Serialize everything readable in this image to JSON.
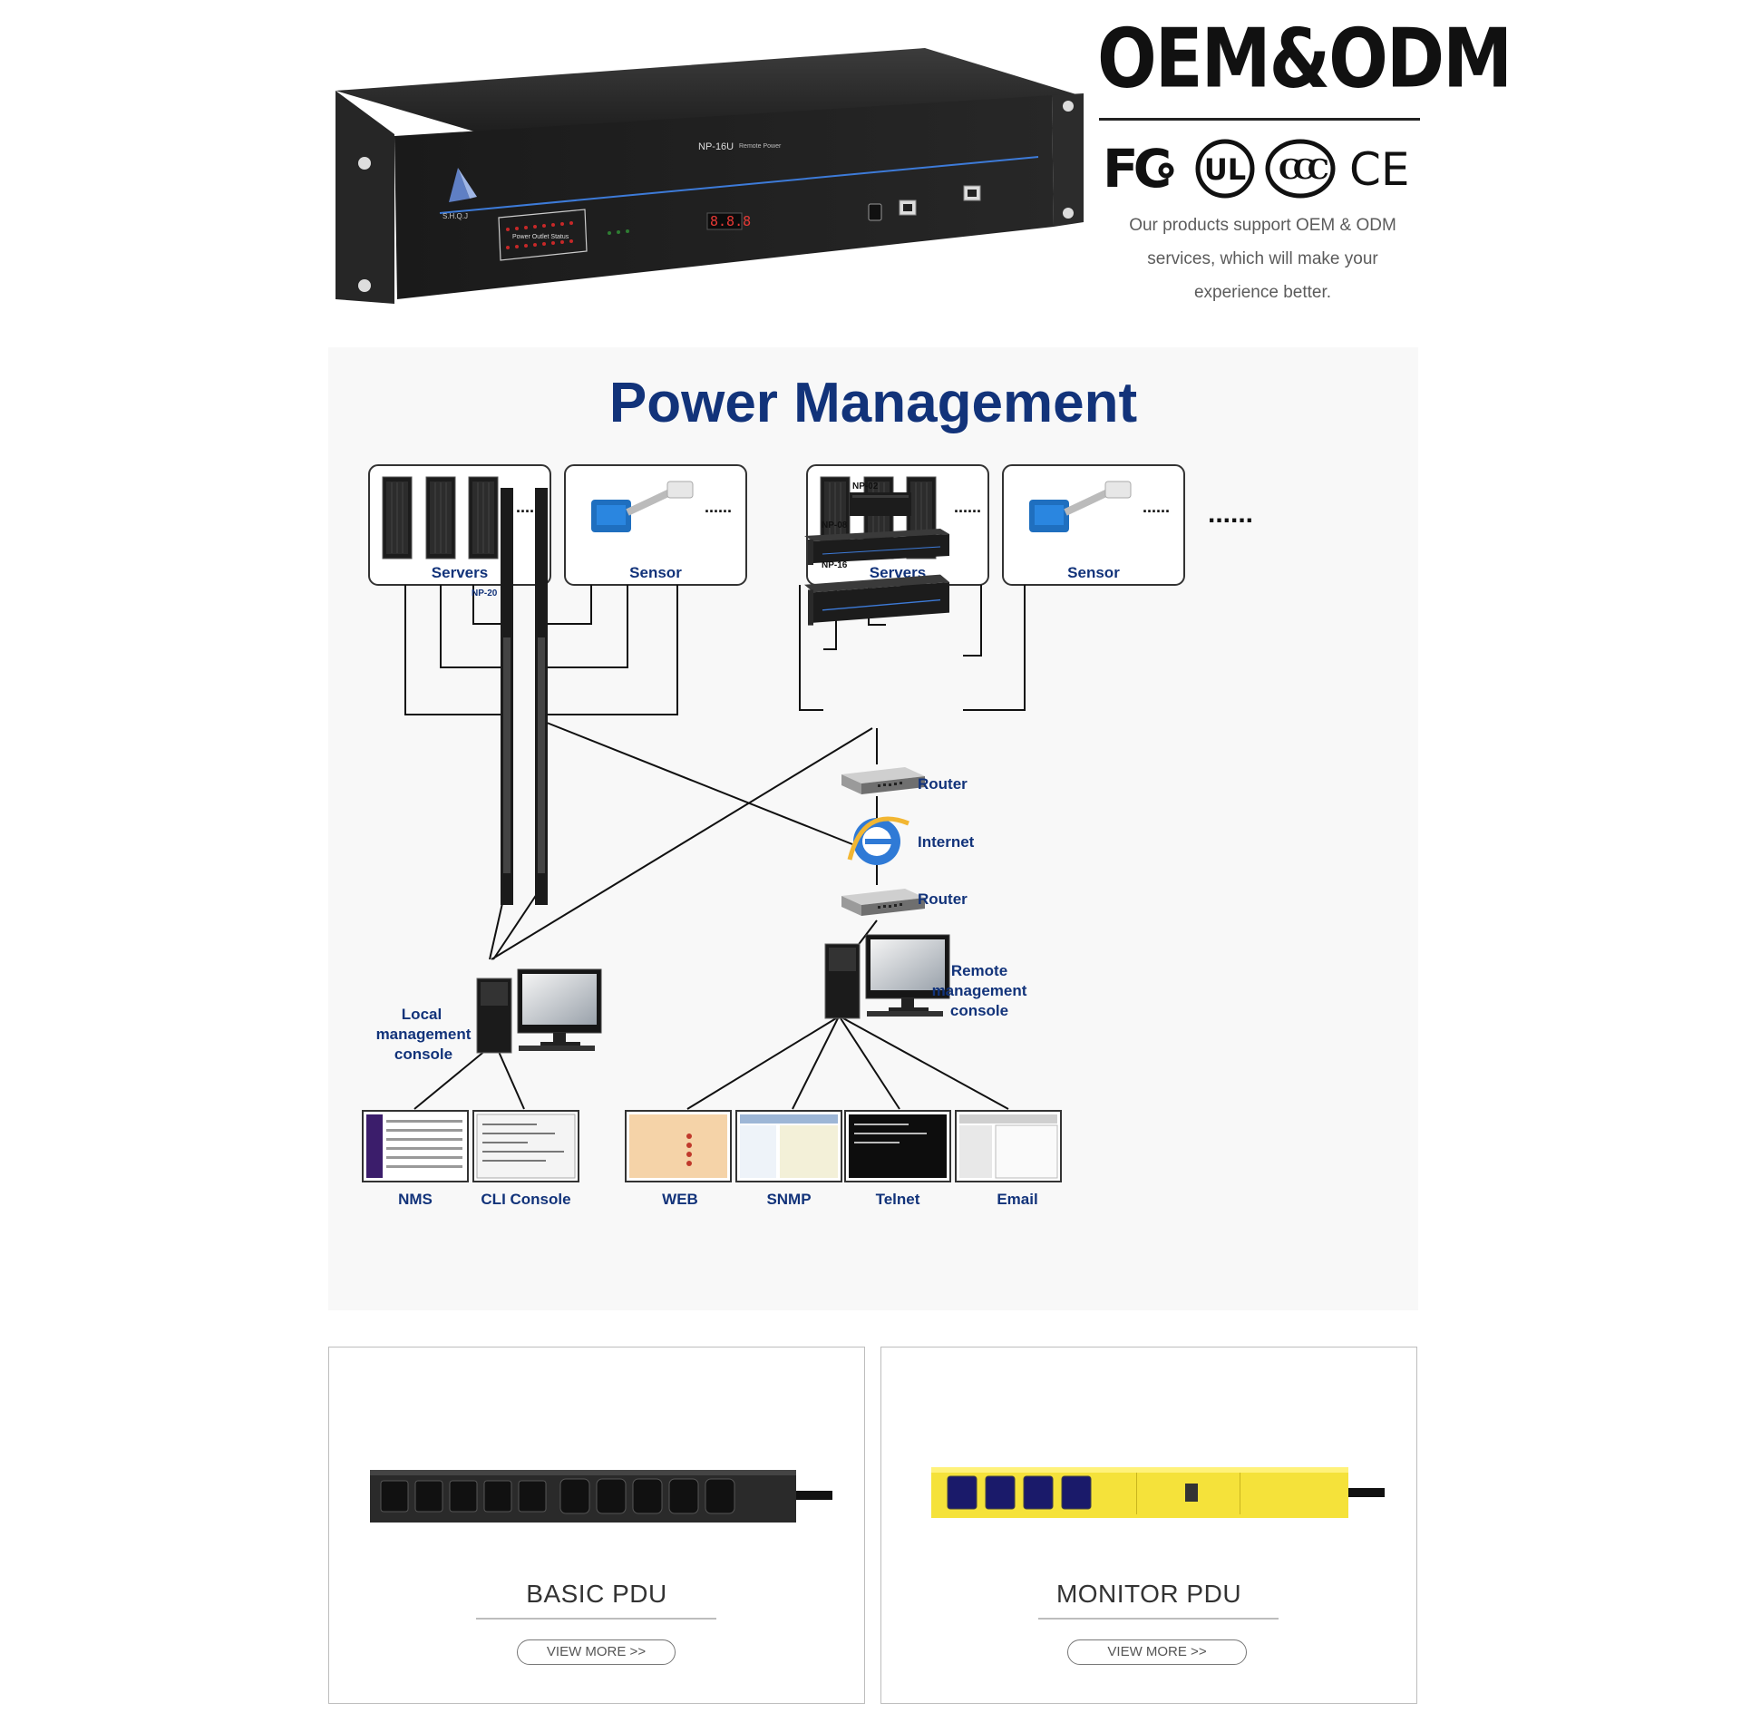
{
  "hero": {
    "device_model": "NP-16U",
    "device_subtitle": "Remote Power",
    "brand": "S.H.Q.J",
    "panel_status_label": "Power Outlet Status",
    "display_digits": "8.8.8",
    "oem_title": "OEM&ODM",
    "cert_labels": [
      "FC",
      "UL",
      "CCC",
      "CE"
    ],
    "description": "Our products support OEM & ODM services, which will make your experience better."
  },
  "diagram": {
    "title": "Power Management",
    "labels": {
      "servers_left": "Servers",
      "sensor_left": "Sensor",
      "servers_right": "Servers",
      "sensor_right": "Sensor",
      "more_dots": "......",
      "np02": "NP-02",
      "np08": "NP-08",
      "np16": "NP-16",
      "np20": "NP-20",
      "router_top": "Router",
      "internet": "Internet",
      "router_bottom": "Router",
      "remote_console": [
        "Remote",
        "management",
        "console"
      ],
      "local_console": [
        "Local",
        "management",
        "console"
      ],
      "nms": "NMS",
      "cli": "CLI Console",
      "web": "WEB",
      "snmp": "SNMP",
      "telnet": "Telnet",
      "email": "Email"
    },
    "colors": {
      "title": "#12337a",
      "label": "#12337a",
      "line": "#111111"
    }
  },
  "products": [
    {
      "title": "BASIC PDU",
      "button": "VIEW MORE >>"
    },
    {
      "title": "MONITOR PDU",
      "button": "VIEW MORE >>"
    }
  ]
}
